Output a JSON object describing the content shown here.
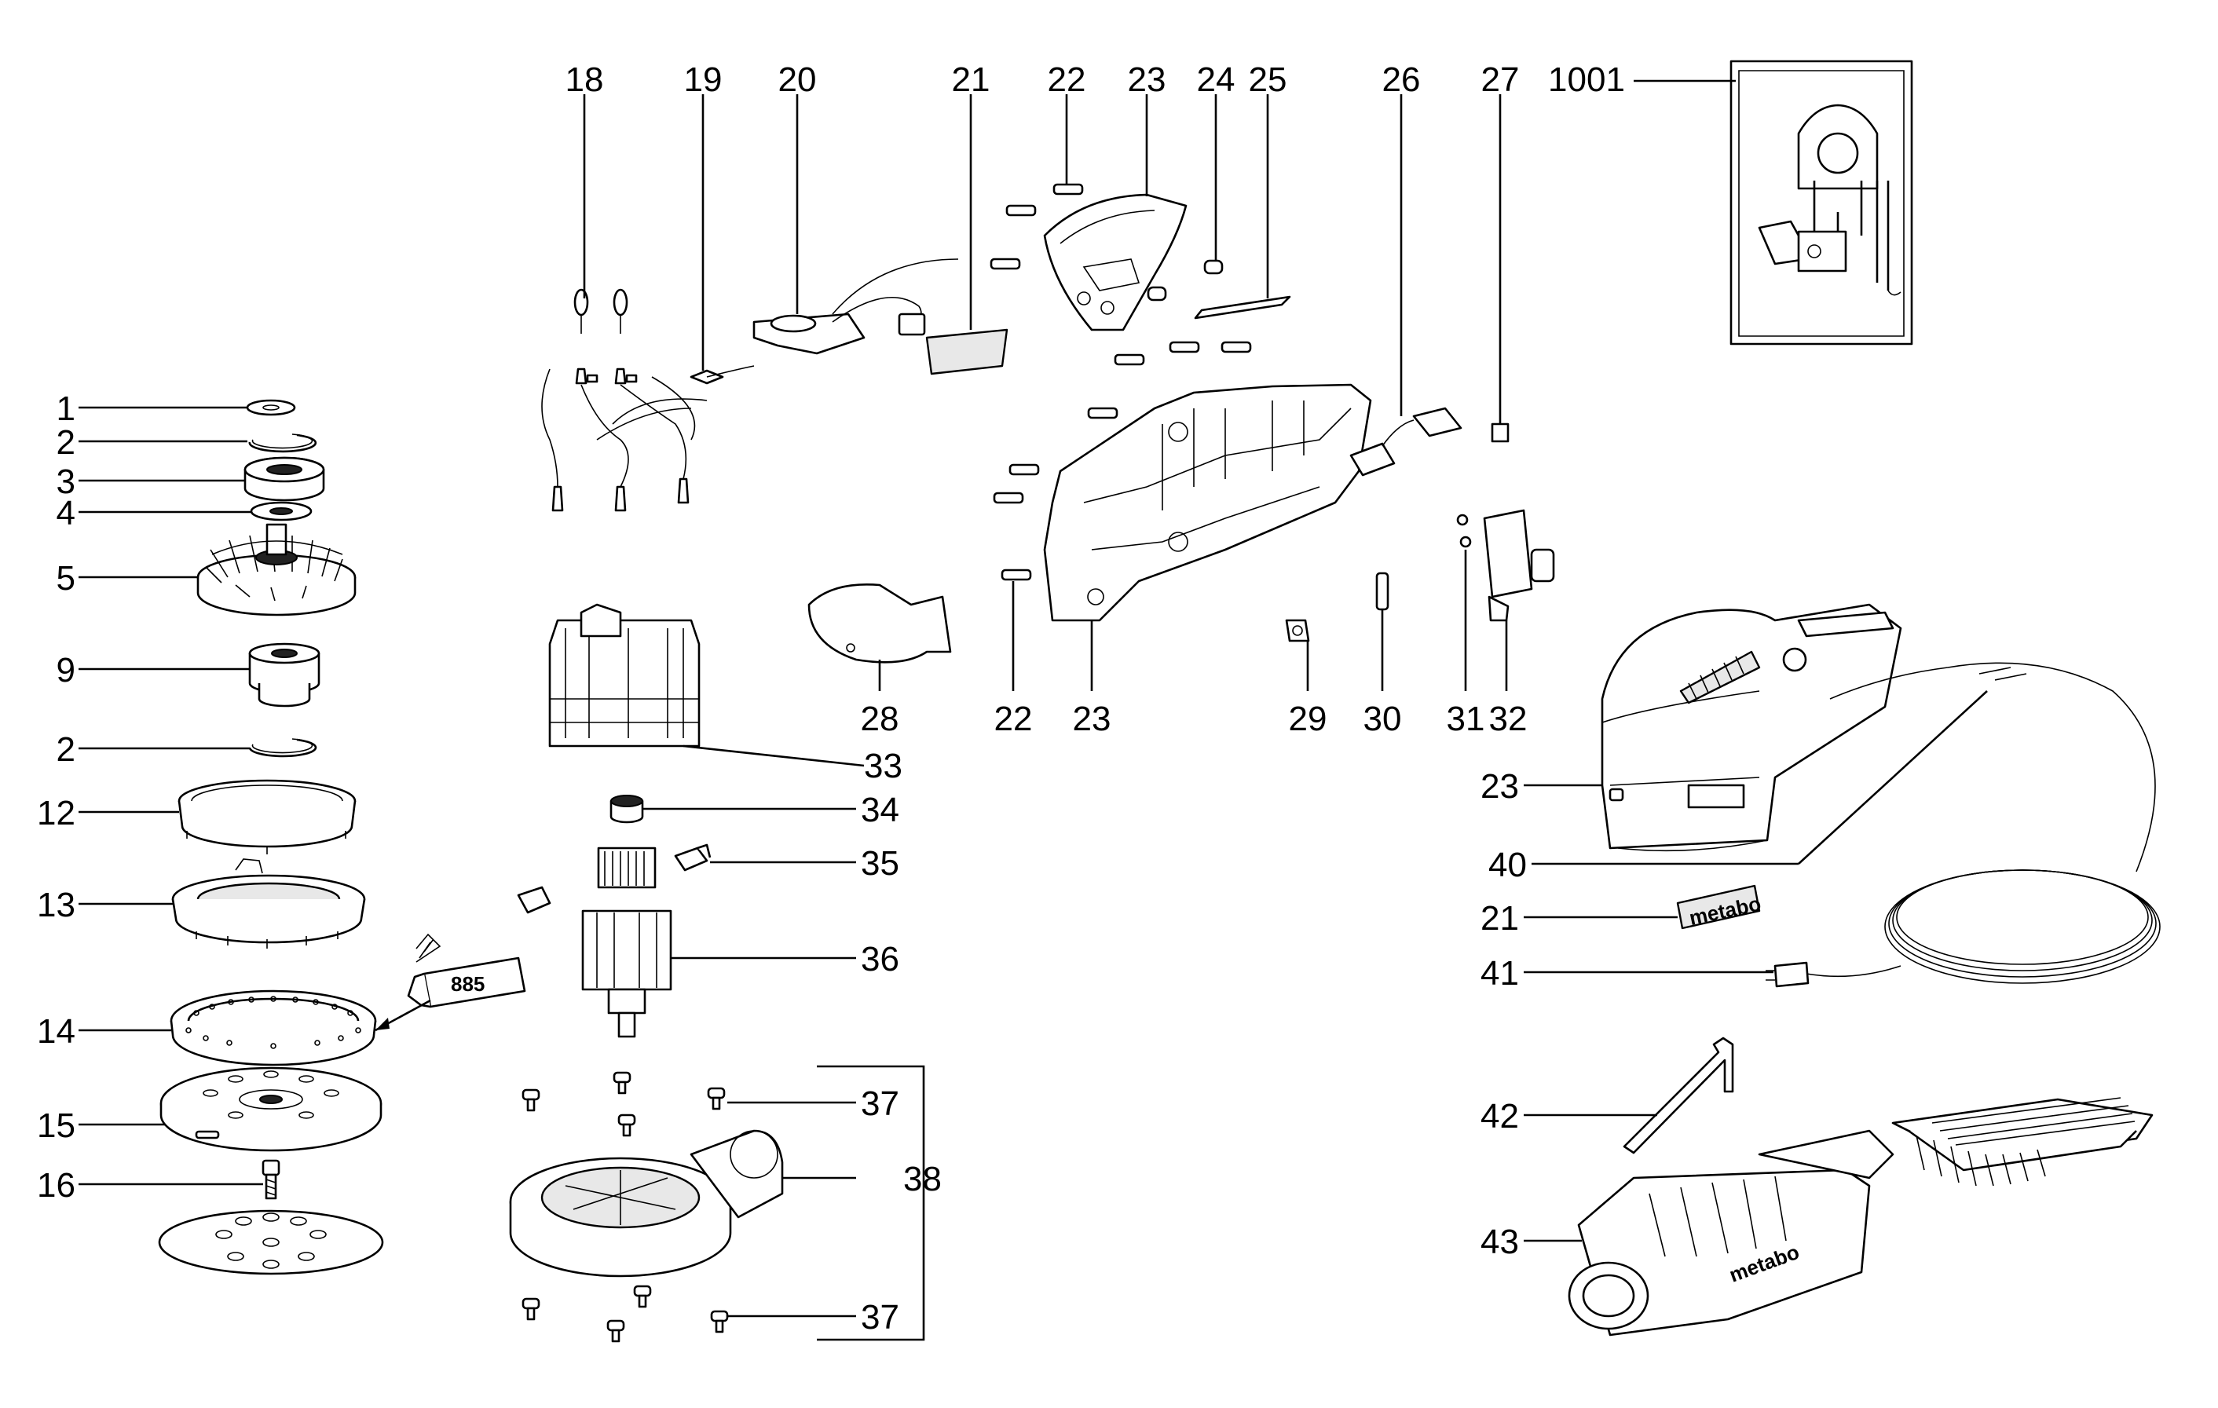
{
  "labels": {
    "l1": "1",
    "l2a": "2",
    "l3": "3",
    "l4": "4",
    "l5": "5",
    "l9": "9",
    "l2b": "2",
    "l12": "12",
    "l13": "13",
    "l14": "14",
    "l15": "15",
    "l16": "16",
    "l18": "18",
    "l19": "19",
    "l20": "20",
    "l21a": "21",
    "l22a": "22",
    "l23a": "23",
    "l24": "24",
    "l25": "25",
    "l26": "26",
    "l27": "27",
    "l1001": "1001",
    "l22b": "22",
    "l23b": "23",
    "l28": "28",
    "l29": "29",
    "l30": "30",
    "l31": "31",
    "l32": "32",
    "l33": "33",
    "l34": "34",
    "l35": "35",
    "l36": "36",
    "l37a": "37",
    "l38": "38",
    "l37b": "37",
    "l23c": "23",
    "l40": "40",
    "l21b": "21",
    "l41": "41",
    "l42": "42",
    "l43": "43"
  },
  "grease_tube_label": "885",
  "brand_label": "metabo",
  "brand_label_box": "metabo"
}
